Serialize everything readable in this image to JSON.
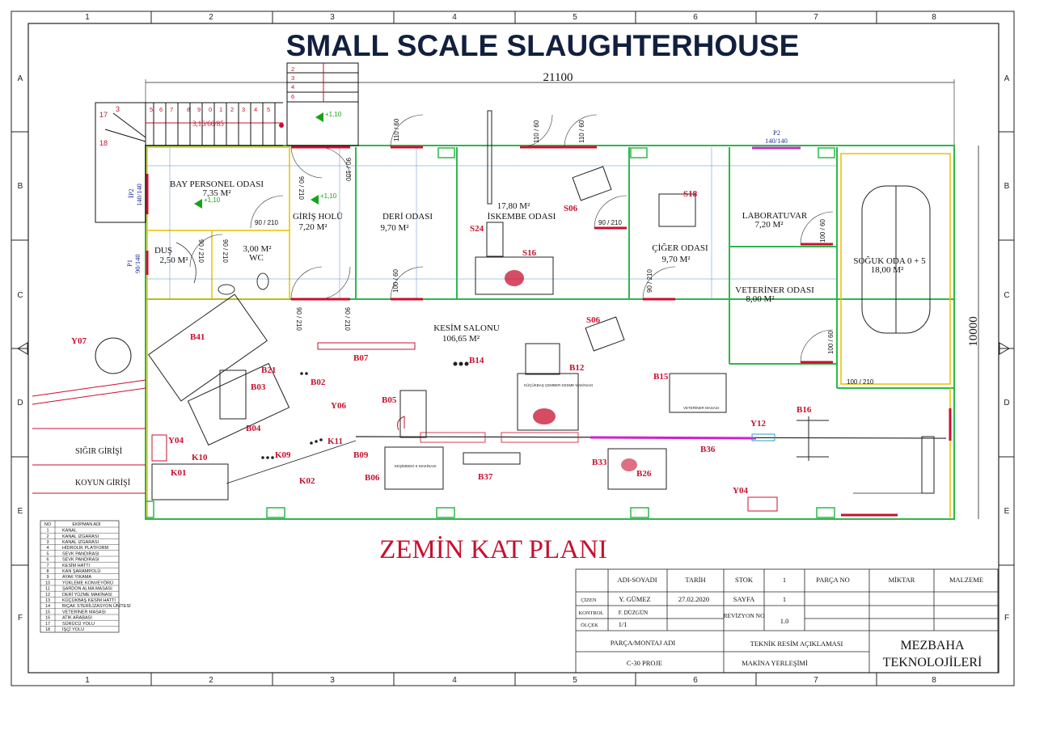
{
  "drawing": {
    "title": "SMALL SCALE SLAUGHTERHOUSE",
    "subtitle": "ZEMİN KAT PLANI",
    "dim_width": "21100",
    "dim_height": "10000",
    "grid_cols": [
      "1",
      "2",
      "3",
      "4",
      "5",
      "6",
      "7",
      "8"
    ],
    "grid_rows": [
      "A",
      "B",
      "C",
      "D",
      "E",
      "F"
    ]
  },
  "rooms": [
    {
      "id": "bay",
      "name": "BAY PERSONEL ODASI",
      "area": "7,35 M²"
    },
    {
      "id": "giris",
      "name": "GİRİŞ HOLÜ",
      "area": "7,20 M²"
    },
    {
      "id": "deri",
      "name": "DERİ ODASI",
      "area": "9,70 M²"
    },
    {
      "id": "iskembe",
      "name": "İSKEMBE ODASI",
      "area": "17,80 M²"
    },
    {
      "id": "ciger",
      "name": "ÇİĞER ODASI",
      "area": "9,70 M²"
    },
    {
      "id": "lab",
      "name": "LABORATUVAR",
      "area": "7,20 M²"
    },
    {
      "id": "vet",
      "name": "VETERİNER ODASI",
      "area": "8,00 M²"
    },
    {
      "id": "soguk",
      "name": "SOĞUK ODA 0 + 5",
      "area": "18,00 M²"
    },
    {
      "id": "dus",
      "name": "DUŞ",
      "area": "2,50 M²"
    },
    {
      "id": "wc",
      "name": "WC",
      "area": "3,00 M²"
    },
    {
      "id": "kesim",
      "name": "KESİM SALONU",
      "area": "106,65 M²"
    }
  ],
  "entrances": {
    "sigir": "SIĞIR GİRİŞİ",
    "koyun": "KOYUN GİRİŞİ"
  },
  "levels": {
    "plus110": "+1,10",
    "stair": "3,16/66/85"
  },
  "door_labels": {
    "d90_210": "90 / 210",
    "d100_60": "100 / 60",
    "d110_60": "110 / 60",
    "d100_210": "100 / 210",
    "d90_100": "90 / 100",
    "p2": "P2",
    "p2_size": "140/140",
    "ip2": "İP2",
    "ip2_size": "140/140",
    "p1": "P1",
    "p1_size": "90/140"
  },
  "stair_numbers": [
    "5",
    "6",
    "7",
    "8",
    "9",
    "0",
    "1",
    "2",
    "3",
    "4",
    "5"
  ],
  "stair_numbers_right": [
    "2",
    "3",
    "4",
    "6"
  ],
  "stair_numbers_left": [
    "17",
    "18",
    "3"
  ],
  "equipment": {
    "Y07": "Y07",
    "B41": "B41",
    "B21": "B21",
    "B03": "B03",
    "B02": "B02",
    "B04": "B04",
    "Y04a": "Y04",
    "K10": "K10",
    "K01": "K01",
    "K09": "K09",
    "K11": "K11",
    "K02": "K02",
    "B09": "B09",
    "B07": "B07",
    "B05": "B05",
    "Y06": "Y06",
    "B06": "B06",
    "B14": "B14",
    "S24": "S24",
    "S16": "S16",
    "S06a": "S06",
    "S06b": "S06",
    "B12": "B12",
    "B37": "B37",
    "S18": "S18",
    "B15": "B15",
    "B33": "B33",
    "B26": "B26",
    "B36": "B36",
    "Y12": "Y12",
    "B16": "B16",
    "Y04b": "Y04"
  },
  "machine_labels": {
    "kucukbas": "KÜÇÜKBAŞ ÇEMBER KESME MAKİNASI",
    "vet_masa": "VETERİNER MASASI",
    "deri_yuzme": "KEŞİMDEKİ K MAKİNASI"
  },
  "legend": {
    "header_no": "NO",
    "header_name": "EKİPMAN ADI",
    "rows": [
      {
        "no": "1",
        "name": "KANAL"
      },
      {
        "no": "2",
        "name": "KANAL IZGARASI"
      },
      {
        "no": "3",
        "name": "KANAL IZGARASI"
      },
      {
        "no": "4",
        "name": "HİDROLİK PLATFORM"
      },
      {
        "no": "5",
        "name": "SEVK PANDIRASI"
      },
      {
        "no": "6",
        "name": "SEVK PANDIRASI"
      },
      {
        "no": "7",
        "name": "KESİM HATTI"
      },
      {
        "no": "8",
        "name": "KAN ŞARAMPOLÜ"
      },
      {
        "no": "9",
        "name": "AYAK YIKAMA"
      },
      {
        "no": "10",
        "name": "YÜKLEME KONVEYÖRÜ"
      },
      {
        "no": "11",
        "name": "ŞARDON ALMA MASASI"
      },
      {
        "no": "12",
        "name": "DERİ YÜZME MAKİNASI"
      },
      {
        "no": "13",
        "name": "KÜÇÜKBAŞ KESİM HATTI"
      },
      {
        "no": "14",
        "name": "BIÇAK STERİLİZASYON ÜNİTESİ"
      },
      {
        "no": "15",
        "name": "VETERİNER MASASI"
      },
      {
        "no": "16",
        "name": "ATIK ARABASI"
      },
      {
        "no": "17",
        "name": "SÜRÜCÜ YOLU"
      },
      {
        "no": "18",
        "name": "İŞÇİ YOLU"
      }
    ]
  },
  "title_block": {
    "h_adsoyadi": "ADI-SOYADI",
    "h_tarih": "TARİH",
    "h_stok": "STOK",
    "stok_val": "1",
    "h_parca_no": "PARÇA NO",
    "h_miktar": "MİKTAR",
    "h_malzeme": "MALZEME",
    "r_cizen": "ÇİZEN",
    "cizen_name": "Y. GÜMEZ",
    "cizen_date": "27.02.2020",
    "h_sayfa": "SAYFA",
    "sayfa_val": "1",
    "r_kontrol": "KONTROL",
    "kontrol_name": "F. DÜZGÜN",
    "h_revizyon": "REVİZYON NO",
    "revizyon_val": "1.0",
    "r_olcek": "ÖLÇEK",
    "olcek_val": "1/1",
    "parca_montaj": "PARÇA/MONTAJ ADI",
    "proje": "C-30 PROJE",
    "teknik": "TEKNİK RESİM AÇIKLAMASI",
    "makina": "MAKİNA YERLEŞİMİ",
    "company_1": "MEZBAHA",
    "company_2": "TEKNOLOJİLERİ"
  }
}
